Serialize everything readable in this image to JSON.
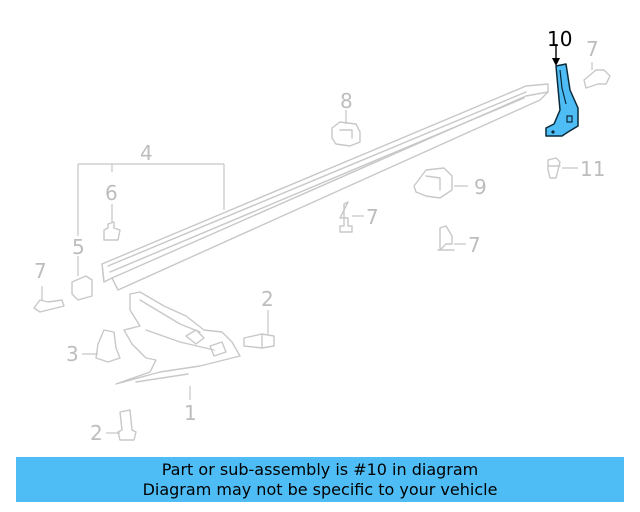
{
  "callouts": {
    "c10": "10",
    "c7a": "7",
    "c11": "11",
    "c8": "8",
    "c4": "4",
    "c6": "6",
    "c9": "9",
    "c7b": "7",
    "c7c": "7",
    "c5": "5",
    "c7d": "7",
    "c2a": "2",
    "c3": "3",
    "c1": "1",
    "c2b": "2"
  },
  "highlight_part": "10",
  "colors": {
    "highlight": "#4fbdf5",
    "part_line": "#c8c8c8",
    "callout_text": "#bdbdbd"
  },
  "banner": {
    "line1": "Part or sub-assembly is #10 in diagram",
    "line2": "Diagram may not be specific to your vehicle"
  }
}
